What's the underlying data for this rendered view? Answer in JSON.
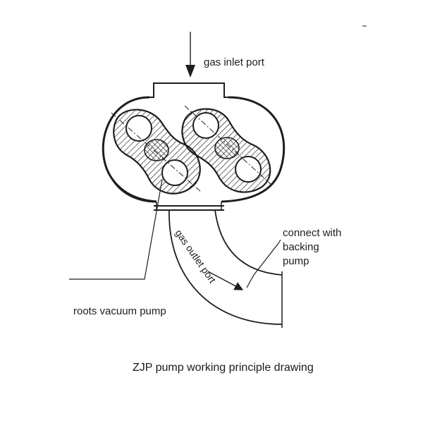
{
  "labels": {
    "gas_inlet_port": "gas inlet port",
    "gas_outlet_port": "gas outlet port",
    "connect_line1": "connect with",
    "connect_line2": "backing",
    "connect_line3": "pump",
    "roots_vacuum_pump": "roots vacuum pump"
  },
  "caption": "ZJP pump working principle drawing",
  "colors": {
    "ink": "#1e1e1e",
    "background": "#ffffff"
  }
}
